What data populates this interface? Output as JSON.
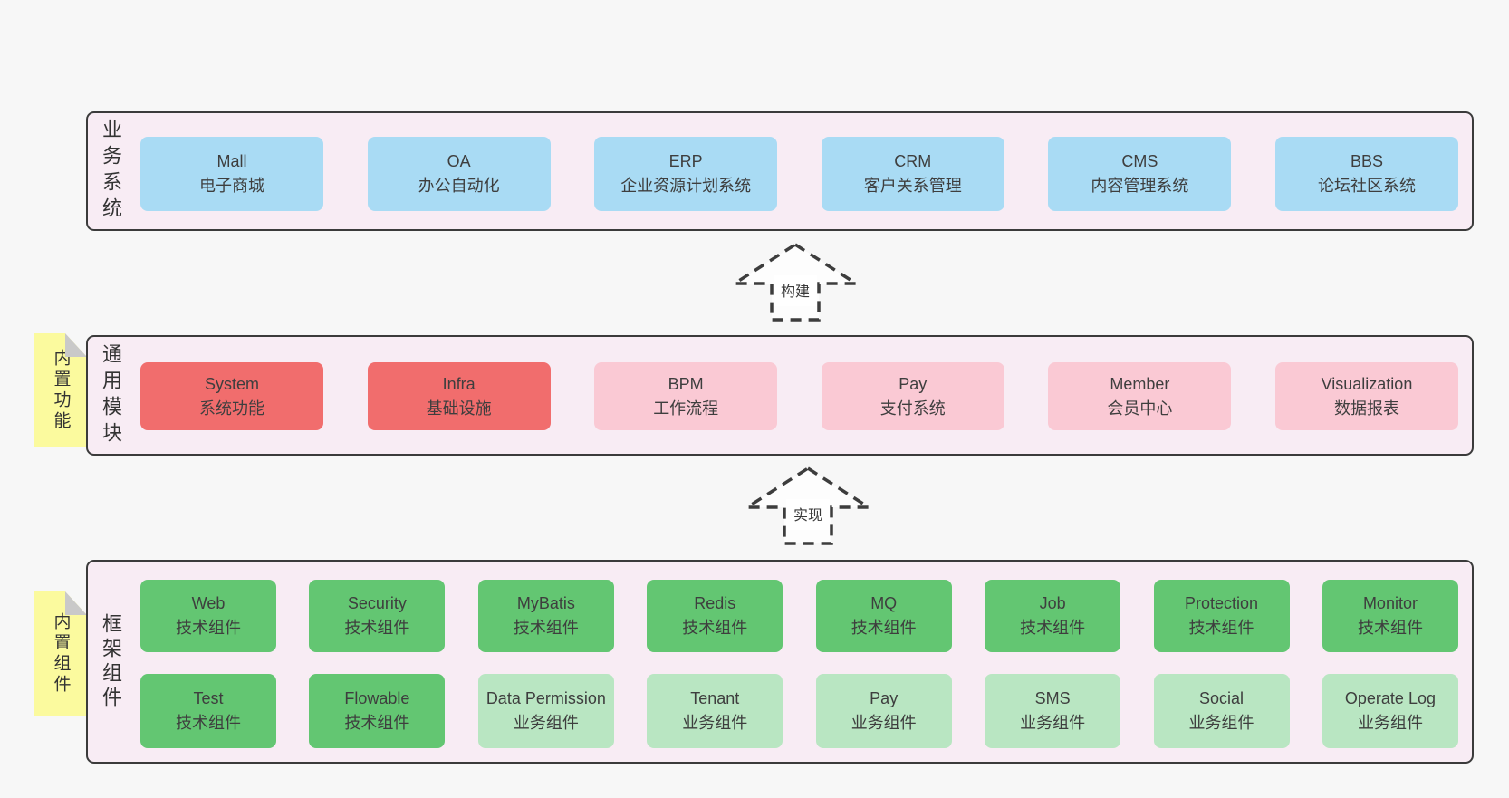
{
  "colors": {
    "page_bg": "#f7f7f7",
    "panel_bg": "#f8ecf4",
    "panel_border": "#3b3b3b",
    "blue": "#a9dbf4",
    "red": "#f16d6d",
    "pink": "#fac9d4",
    "green": "#63c672",
    "light_green": "#b9e6c2",
    "note_yellow": "#fbfa9e",
    "note_fold": "#c9c9c9",
    "text": "#3e3e3e"
  },
  "arrows": {
    "build_label": "构建",
    "implement_label": "实现"
  },
  "panels": {
    "business": {
      "side_label": "业务系统",
      "boxes": [
        {
          "name": "Mall",
          "desc": "电子商城",
          "variant": "blue"
        },
        {
          "name": "OA",
          "desc": "办公自动化",
          "variant": "blue"
        },
        {
          "name": "ERP",
          "desc": "企业资源计划系统",
          "variant": "blue"
        },
        {
          "name": "CRM",
          "desc": "客户关系管理",
          "variant": "blue"
        },
        {
          "name": "CMS",
          "desc": "内容管理系统",
          "variant": "blue"
        },
        {
          "name": "BBS",
          "desc": "论坛社区系统",
          "variant": "blue"
        }
      ]
    },
    "modules": {
      "side_label": "通用模块",
      "note_label": "内置功能",
      "boxes": [
        {
          "name": "System",
          "desc": "系统功能",
          "variant": "red"
        },
        {
          "name": "Infra",
          "desc": "基础设施",
          "variant": "red"
        },
        {
          "name": "BPM",
          "desc": "工作流程",
          "variant": "pink"
        },
        {
          "name": "Pay",
          "desc": "支付系统",
          "variant": "pink"
        },
        {
          "name": "Member",
          "desc": "会员中心",
          "variant": "pink"
        },
        {
          "name": "Visualization",
          "desc": "数据报表",
          "variant": "pink"
        }
      ]
    },
    "components": {
      "side_label": "框架组件",
      "note_label": "内置组件",
      "row1": [
        {
          "name": "Web",
          "desc": "技术组件",
          "variant": "green"
        },
        {
          "name": "Security",
          "desc": "技术组件",
          "variant": "green"
        },
        {
          "name": "MyBatis",
          "desc": "技术组件",
          "variant": "green"
        },
        {
          "name": "Redis",
          "desc": "技术组件",
          "variant": "green"
        },
        {
          "name": "MQ",
          "desc": "技术组件",
          "variant": "green"
        },
        {
          "name": "Job",
          "desc": "技术组件",
          "variant": "green"
        },
        {
          "name": "Protection",
          "desc": "技术组件",
          "variant": "green"
        },
        {
          "name": "Monitor",
          "desc": "技术组件",
          "variant": "green"
        }
      ],
      "row2": [
        {
          "name": "Test",
          "desc": "技术组件",
          "variant": "green"
        },
        {
          "name": "Flowable",
          "desc": "技术组件",
          "variant": "green"
        },
        {
          "name": "Data Permission",
          "desc": "业务组件",
          "variant": "light"
        },
        {
          "name": "Tenant",
          "desc": "业务组件",
          "variant": "light"
        },
        {
          "name": "Pay",
          "desc": "业务组件",
          "variant": "light"
        },
        {
          "name": "SMS",
          "desc": "业务组件",
          "variant": "light"
        },
        {
          "name": "Social",
          "desc": "业务组件",
          "variant": "light"
        },
        {
          "name": "Operate Log",
          "desc": "业务组件",
          "variant": "light"
        }
      ]
    }
  }
}
